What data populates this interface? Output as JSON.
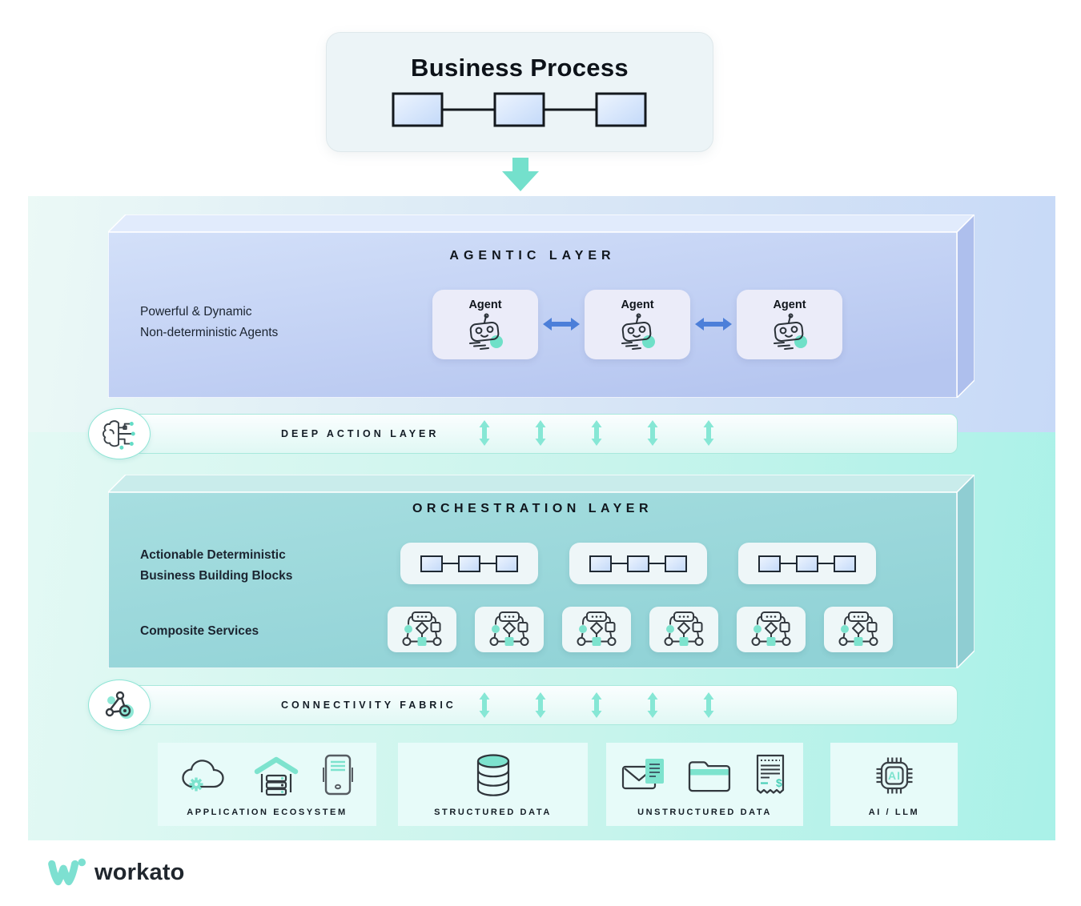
{
  "header": {
    "title": "Business Process",
    "flow_icon": "flowchart-icon",
    "arrow_icon": "down-arrow-icon"
  },
  "agentic_layer": {
    "title": "AGENTIC LAYER",
    "description": [
      "Powerful & Dynamic",
      "Non-deterministic Agents"
    ],
    "agents": [
      {
        "label": "Agent",
        "icon": "robot-icon"
      },
      {
        "label": "Agent",
        "icon": "robot-icon"
      },
      {
        "label": "Agent",
        "icon": "robot-icon"
      }
    ],
    "link_icon": "horizontal-double-arrow-icon"
  },
  "deep_action_layer": {
    "title": "DEEP ACTION LAYER",
    "icon": "brain-circuit-icon",
    "exchange_icon": "vertical-double-arrow-icon",
    "arrow_count": 5
  },
  "orchestration_layer": {
    "title": "ORCHESTRATION LAYER",
    "building_blocks": {
      "label": [
        "Actionable Deterministic",
        "Business Building Blocks"
      ],
      "card_icon": "mini-flowchart-icon",
      "card_count": 3
    },
    "composite_services": {
      "label": "Composite Services",
      "card_icon": "workflow-icon",
      "card_count": 6
    }
  },
  "connectivity_fabric": {
    "title": "CONNECTIVITY FABRIC",
    "icon": "network-nodes-icon",
    "exchange_icon": "vertical-double-arrow-icon",
    "arrow_count": 5
  },
  "foundation": {
    "cards": [
      {
        "label": "APPLICATION ECOSYSTEM",
        "icons": [
          "cloud-gear-icon",
          "warehouse-servers-icon",
          "server-tower-icon"
        ]
      },
      {
        "label": "STRUCTURED DATA",
        "icons": [
          "database-icon"
        ]
      },
      {
        "label": "UNSTRUCTURED DATA",
        "icons": [
          "mail-document-icon",
          "folder-icon",
          "receipt-icon"
        ]
      },
      {
        "label": "AI / LLM",
        "icons": [
          "ai-chip-icon"
        ],
        "chip_text": "AI"
      }
    ]
  },
  "footer": {
    "logo_text": "workato",
    "logo_icon": "workato-mark-icon"
  },
  "colors": {
    "teal_accent": "#7DE3CE",
    "teal_arrow": "#86E7D5",
    "blue_arrow": "#4C7FD9",
    "agentic_front": "#C7D7F6",
    "orchestration_front": "#9CD8DB",
    "background_blue": "#C7D9F7",
    "background_teal": "#A9F1E8",
    "card_mint": "#E7FBF9",
    "card_lavender": "#EBECF9"
  }
}
